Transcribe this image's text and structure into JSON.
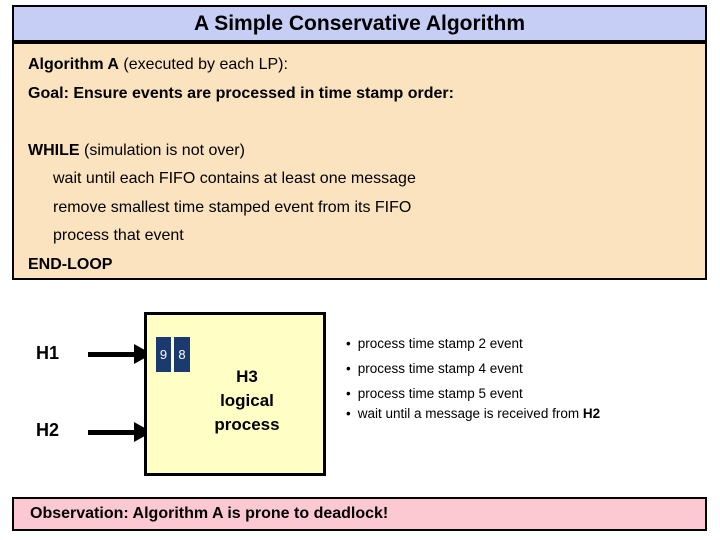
{
  "title": "A Simple Conservative Algorithm",
  "algorithm_panel": {
    "heading_bold": "Algorithm A",
    "heading_rest": " (executed by each LP):",
    "goal": "Goal: Ensure events are processed in time stamp order:",
    "while_bold": "WHILE",
    "while_rest": " (simulation is not over)",
    "steps": [
      "wait until each FIFO contains at least one message",
      "remove smallest time stamped event from its FIFO",
      "process that event"
    ],
    "end_loop": "END-LOOP"
  },
  "diagram": {
    "source_labels": [
      "H1",
      "H2"
    ],
    "fifo_cells": [
      "9",
      "8"
    ],
    "process_box": {
      "lines": [
        "H3",
        "logical",
        "process"
      ]
    }
  },
  "event_log": {
    "bullet_glyph": "•",
    "items": [
      {
        "text": "process time stamp 2 event",
        "bold": ""
      },
      {
        "text": "process time stamp 4 event",
        "bold": ""
      },
      {
        "text": "process time stamp 5 event",
        "bold": ""
      },
      {
        "text": "wait until a message is received from ",
        "bold": "H2"
      }
    ]
  },
  "observation": "Observation: Algorithm A is prone to deadlock!",
  "colors": {
    "title_bar_fill": "#C6CEF5",
    "algorithm_panel_fill": "#FAE3BE",
    "process_box_fill": "#FFFFC5",
    "fifo_cell_fill": "#1B3A6F",
    "fifo_cell_text": "#FFFFFF",
    "observation_bar_fill": "#FCC9D2",
    "border": "#000000",
    "text": "#000000"
  }
}
